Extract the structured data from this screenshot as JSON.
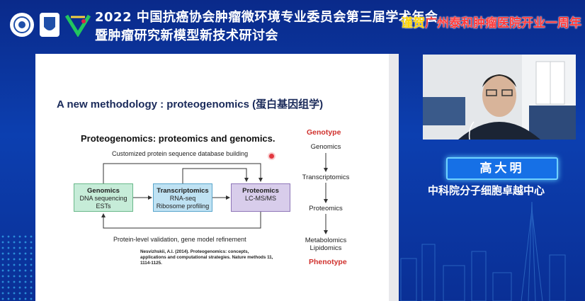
{
  "header": {
    "title_line1": "2022 中国抗癌协会肿瘤微环境专业委员会第三届学术年会",
    "title_line2": "暨肿瘤研究新模型新技术研讨会",
    "congrats_prefix": "谨贺",
    "congrats_text": "广州泰和肿瘤医院开业一周年"
  },
  "slide": {
    "heading": "A new methodology : proteogenomics (蛋白基因组学)",
    "figure_title": "Proteogenomics: proteomics and genomics.",
    "db_building": "Customized protein sequence database building",
    "boxes": [
      {
        "title": "Genomics",
        "l1": "DNA sequencing",
        "l2": "ESTs"
      },
      {
        "title": "Transcriptomics",
        "l1": "RNA-seq",
        "l2": "Ribosome profiling"
      },
      {
        "title": "Proteomics",
        "l1": "LC-MS/MS",
        "l2": ""
      }
    ],
    "validation": "Protein-level validation, gene model refinement",
    "reference": "Nesvizhskii, A.I. (2014). Proteogenomics: concepts, applications and computational strategies. Nature methods 11, 1114-1125.",
    "genotype": "Genotype",
    "phenotype": "Phenotype",
    "flow": [
      "Genomics",
      "Transcriptomics",
      "Proteomics",
      "Metabolomics",
      "Lipidomics"
    ]
  },
  "speaker": {
    "name": "高大明",
    "affiliation": "中科院分子细胞卓越中心"
  },
  "colors": {
    "accent_red": "#d0312d",
    "name_box": "#1670e6"
  }
}
